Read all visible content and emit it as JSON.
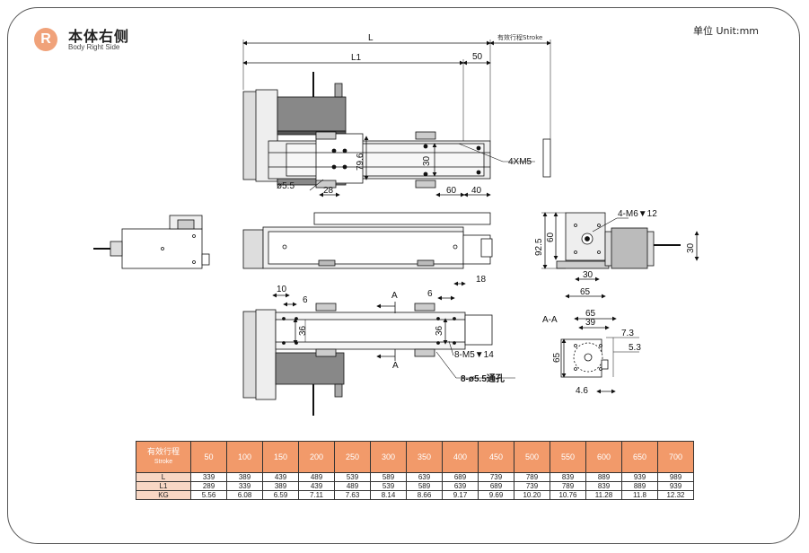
{
  "header": {
    "badge": "R",
    "title_zh": "本体右侧",
    "title_en": "Body Right Side",
    "unit": "单位 Unit:mm"
  },
  "dims": {
    "L": "L",
    "L1": "L1",
    "d50": "50",
    "stroke": "有效行程Stroke",
    "d79_6": "79.6",
    "d30a": "30",
    "m4xm5": "4XM5",
    "phi5_5": "ø5.5",
    "d28": "28",
    "d60": "60",
    "d40": "40",
    "m6": "4-M6▼12",
    "d92_5": "92.5",
    "d60b": "60",
    "d30b": "30",
    "d30c": "30",
    "d65a": "65",
    "d10": "10",
    "d6a": "6",
    "a1": "A",
    "d6b": "6",
    "d18": "18",
    "d36a": "36",
    "d36b": "36",
    "m5_8": "8-M5▼14",
    "a2": "A",
    "hole": "8-ø5.5通孔",
    "aa": "A-A",
    "d65b": "65",
    "d39": "39",
    "d7_3": "7.3",
    "d5_3": "5.3",
    "d65c": "65",
    "d4_6": "4.6"
  },
  "table": {
    "header_zh": "有效行程",
    "header_en": "Stroke",
    "strokes": [
      "50",
      "100",
      "150",
      "200",
      "250",
      "300",
      "350",
      "400",
      "450",
      "500",
      "550",
      "600",
      "650",
      "700"
    ],
    "rows": [
      {
        "label": "L",
        "values": [
          "339",
          "389",
          "439",
          "489",
          "539",
          "589",
          "639",
          "689",
          "739",
          "789",
          "839",
          "889",
          "939",
          "989"
        ]
      },
      {
        "label": "L1",
        "values": [
          "289",
          "339",
          "389",
          "439",
          "489",
          "539",
          "589",
          "639",
          "689",
          "739",
          "789",
          "839",
          "889",
          "939"
        ]
      },
      {
        "label": "KG",
        "values": [
          "5.56",
          "6.08",
          "6.59",
          "7.11",
          "7.63",
          "8.14",
          "8.66",
          "9.17",
          "9.69",
          "10.20",
          "10.76",
          "11.28",
          "11.8",
          "12.32"
        ]
      }
    ]
  },
  "colors": {
    "accent": "#f29a6a",
    "label_bg": "#f8d7c4",
    "gray_part": "#cccccc"
  }
}
